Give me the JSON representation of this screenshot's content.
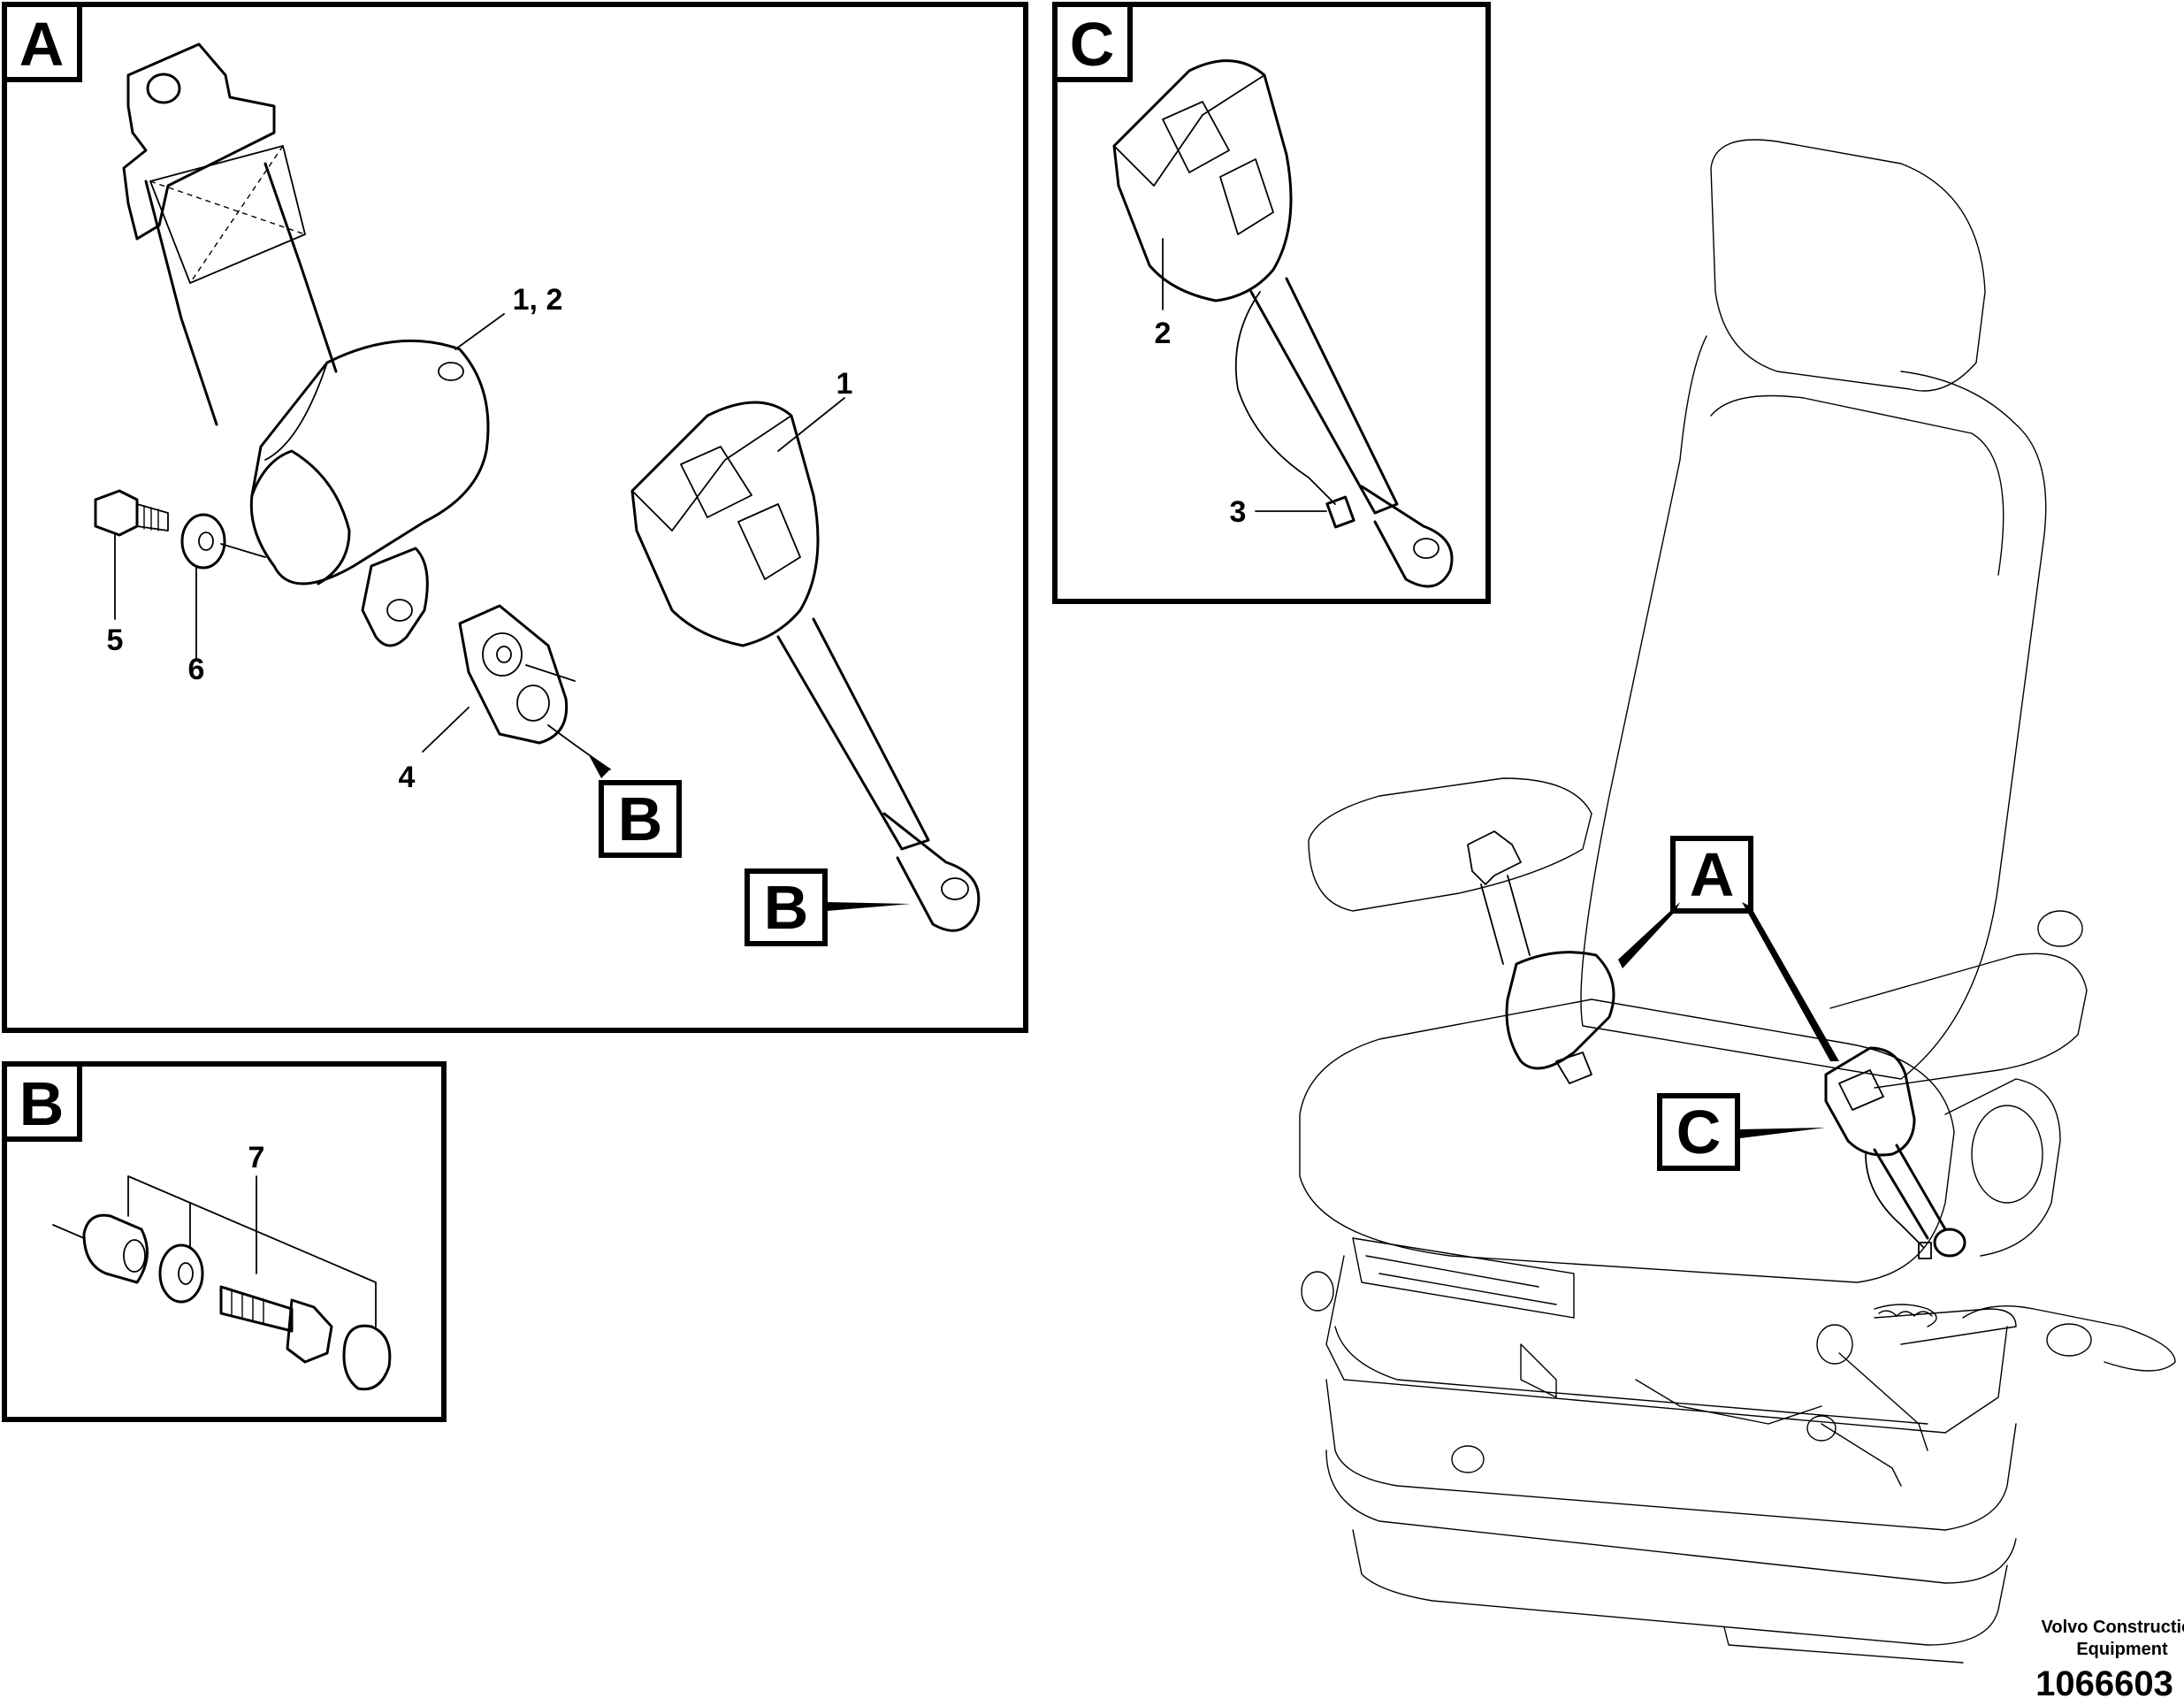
{
  "panels": {
    "a": {
      "letter": "A"
    },
    "b": {
      "letter": "B"
    },
    "c": {
      "letter": "C"
    }
  },
  "callouts": {
    "a_ref_B_mount": "B",
    "a_ref_B_buckle": "B",
    "seat_ref_A": "A",
    "seat_ref_C": "C"
  },
  "part_labels": {
    "retractor": "1, 2",
    "buckle": "1",
    "buckle_switch": "2",
    "connector": "3",
    "plate": "4",
    "bolt": "5",
    "washer": "6",
    "fastener_kit": "7"
  },
  "footer": {
    "credit_line1": "Volvo Construction",
    "credit_line2": "Equipment",
    "drawing_number": "1066603"
  }
}
